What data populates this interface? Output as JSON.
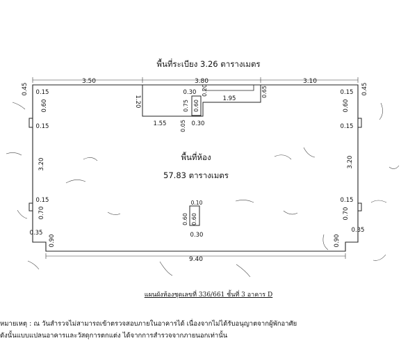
{
  "balcony_area": "พื้นที่ระเบียง 3.26  ตารางเมตร",
  "room_area_title": "พื้นที่ห้อง",
  "room_area_value": "57.83  ตารางเมตร",
  "dimensions": {
    "top_left": "3.50",
    "top_mid": "3.80",
    "top_right": "3.10",
    "left_top_edge": "0.45",
    "right_top_edge": "0.45",
    "left_inner_015": "0.15",
    "left_060": "0.60",
    "left_015_b": "0.15",
    "left_320": "3.20",
    "left_015_c": "0.15",
    "left_070": "0.70",
    "left_035": "0.35",
    "left_090": "0.90",
    "right_inner_015": "0.15",
    "right_060": "0.60",
    "right_015_b": "0.15",
    "right_320": "3.20",
    "right_015_c": "0.15",
    "right_070": "0.70",
    "right_035": "0.35",
    "right_090": "0.90",
    "bay_120": "1.20",
    "bay_155": "1.55",
    "col_030_top": "0.30",
    "col_020": "0.20",
    "col_075": "0.75",
    "col_060": "0.60",
    "col_005": "0.05",
    "col_030_bottom": "0.30",
    "step_195": "1.95",
    "step_065": "0.65",
    "pillar_top": "0.10",
    "pillar_060a": "0.60",
    "pillar_060b": "0.60",
    "pillar_030": "0.30",
    "bottom": "9.40"
  },
  "caption": "แผนผังห้องชุดเลขที่ 336/661 ชั้นที่ 3 อาคาร D",
  "note_line1": "หมายเหตุ : ณ วันสำรวจไม่สามารถเข้าตรวจสอบภายในอาคารได้ เนื่องจากไม่ได้รับอนุญาตจากผู้พักอาศัย",
  "note_line2": "ดังนั้นแบบแปลนอาคารและวัสดุการตกแต่ง ได้จากการสำรวจจากภายนอกเท่านั้น"
}
